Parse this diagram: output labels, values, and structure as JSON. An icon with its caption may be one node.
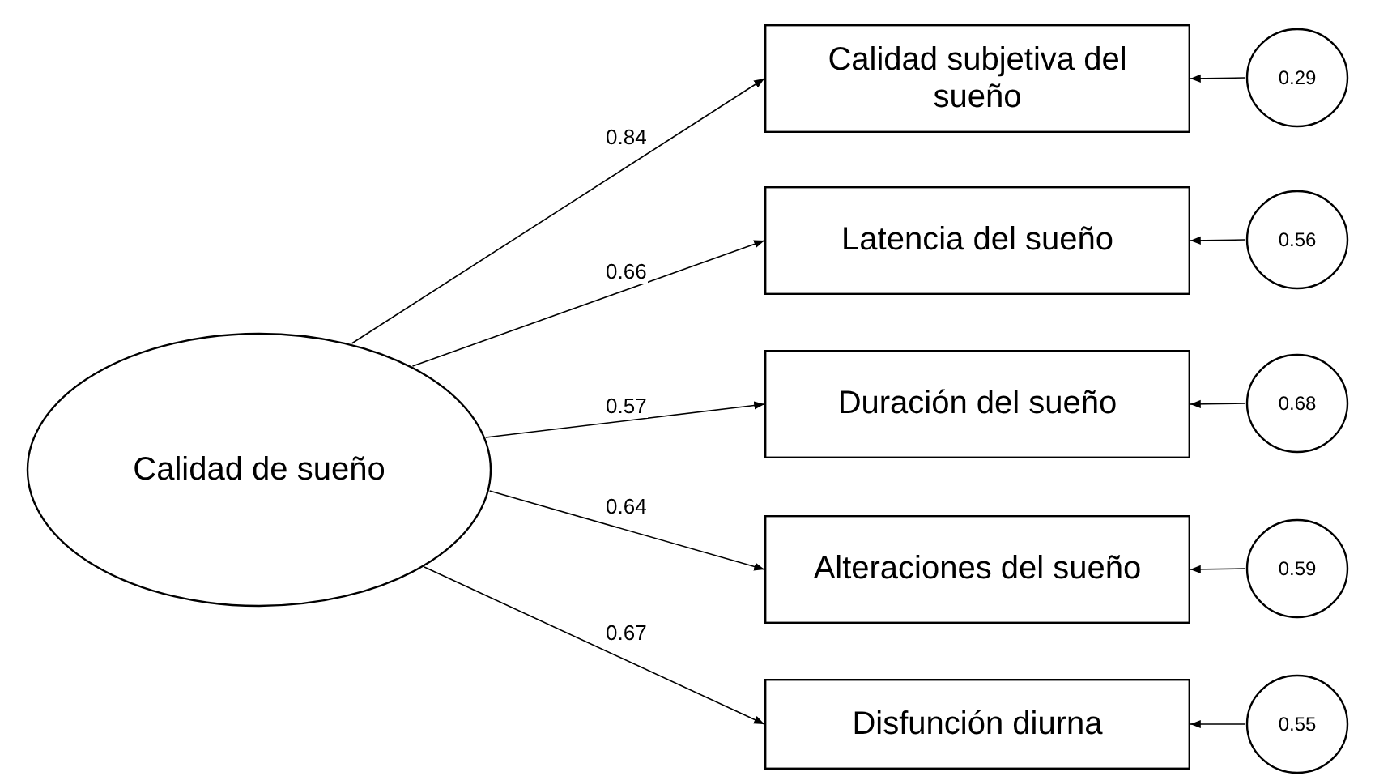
{
  "diagram": {
    "nodes": [
      {
        "text": [
          "Calidad de sueño"
        ]
      },
      {
        "text": [
          "Calidad subjetiva del sueño"
        ]
      },
      {
        "text": [
          "Latencia del sueño"
        ]
      },
      {
        "text": [
          "Duración del sueño"
        ]
      },
      {
        "text": [
          "Alteraciones del sueño"
        ]
      },
      {
        "text": [
          "Disfunción diurna"
        ]
      },
      {
        "text": [
          "0.29"
        ]
      },
      {
        "text": [
          "0.56"
        ]
      },
      {
        "text": [
          "0.68"
        ]
      },
      {
        "text": [
          "0.59"
        ]
      },
      {
        "text": [
          "0.55"
        ]
      }
    ],
    "edges": [
      {
        "from": 0,
        "to": 1,
        "arrow": "to",
        "label": "0.84"
      },
      {
        "from": 0,
        "to": 2,
        "arrow": "to",
        "label": "0.66"
      },
      {
        "from": 0,
        "to": 3,
        "arrow": "to",
        "label": "0.57"
      },
      {
        "from": 0,
        "to": 4,
        "arrow": "to",
        "label": "0.64"
      },
      {
        "from": 0,
        "to": 5,
        "arrow": "to",
        "label": "0.67"
      },
      {
        "from": 6,
        "to": 1,
        "arrow": "to"
      },
      {
        "from": 7,
        "to": 2,
        "arrow": "to"
      },
      {
        "from": 8,
        "to": 3,
        "arrow": "to"
      },
      {
        "from": 9,
        "to": 4,
        "arrow": "to"
      },
      {
        "from": 10,
        "to": 5,
        "arrow": "to"
      }
    ]
  }
}
